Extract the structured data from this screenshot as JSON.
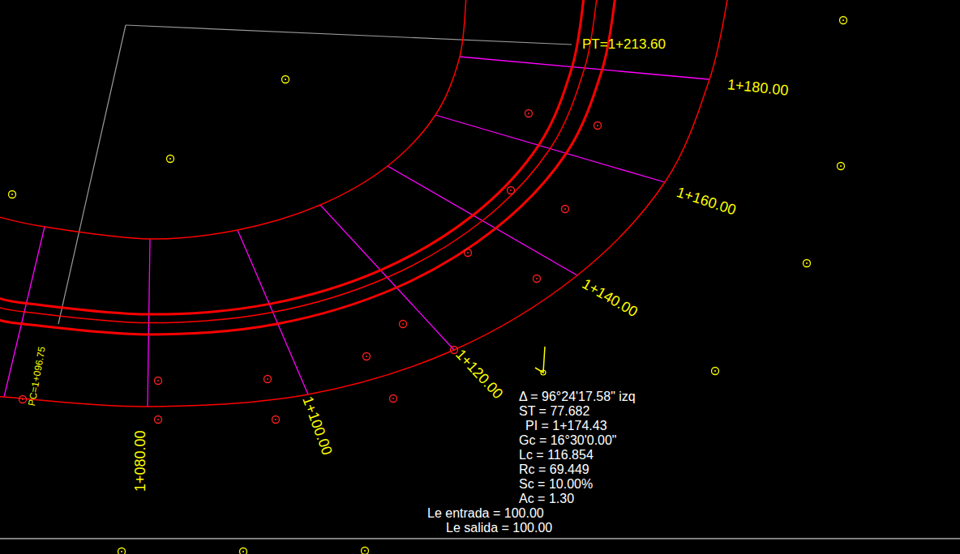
{
  "diagram": {
    "labels": [
      "PT=1+213.60",
      "1+180.00",
      "1+160.00",
      "1+140.00",
      "1+120.00",
      "1+100.00",
      "1+080.00",
      "PC=1+096.75",
      "Δ = 96°24'17.58\"  izq",
      "ST = 77.682",
      "PI = 1+174.43",
      "Gc = 16°30'0.00\"",
      "Lc = 116.854",
      "Rc = 69.449",
      "Sc = 10.00%",
      "Ac = 1.30",
      "Le entrada = 100.00",
      "Le salida = 100.00"
    ]
  }
}
